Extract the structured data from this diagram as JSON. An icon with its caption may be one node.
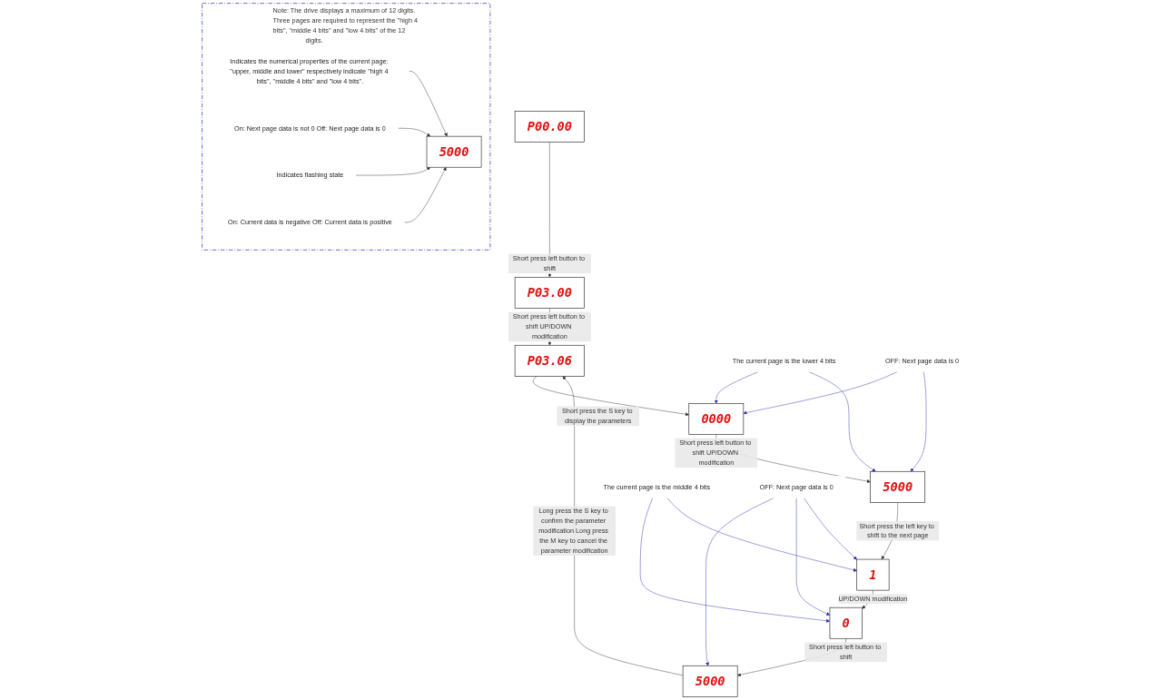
{
  "diagram": {
    "nodes": [
      {
        "text": [
          "P00.00"
        ]
      },
      {
        "text": [
          "P03.00"
        ]
      },
      {
        "text": [
          "P03.06"
        ]
      },
      {
        "text": [
          "0000"
        ]
      },
      {
        "text": [
          "5000"
        ]
      },
      {
        "text": [
          "1"
        ]
      },
      {
        "text": [
          "0"
        ]
      },
      {
        "text": [
          "5000"
        ]
      },
      {
        "text": [
          "Note: The drive displays a maximum of 12 digits. Three pages are required to represent the \"high 4 bits\", \"middle 4 bits\" and \"low 4 bits\" of the 12 digits."
        ]
      },
      {
        "text": [
          "Indicates the numerical properties of the current page: \"upper, middle and lower\" respectively indicate \"high 4 bits\", \"middle 4 bits\" and \"low 4 bits\"."
        ],
        "in": 8
      },
      {
        "text": [
          "On: Next page data is not 0 Off: Next page data is 0"
        ],
        "in": 8
      },
      {
        "text": [
          "5000"
        ],
        "in": 8
      },
      {
        "text": [
          "Indicates flashing state"
        ],
        "in": 8
      },
      {
        "text": [
          "On: Current data is negative Off: Current data is positive"
        ],
        "in": 8
      },
      {
        "text": [
          "The current page is the lower 4 bits"
        ]
      },
      {
        "text": [
          "OFF: Next page data is 0"
        ]
      },
      {
        "text": [
          "The current page is the middle 4 bits"
        ]
      },
      {
        "text": [
          "OFF: Next page data is 0"
        ]
      }
    ],
    "edges": [
      {
        "from": 0,
        "to": 1,
        "arrow": "to",
        "label": "Short press left button to shift"
      },
      {
        "from": 1,
        "to": 2,
        "arrow": "to",
        "label": "Short press left button to shift UP/DOWN modification"
      },
      {
        "from": 2,
        "to": 3,
        "arrow": "to",
        "label": "Short press the S key to display the parameters"
      },
      {
        "from": 3,
        "to": 4,
        "arrow": "to",
        "label": "Short press left button to shift UP/DOWN modification"
      },
      {
        "from": 4,
        "to": 5,
        "arrow": "to",
        "label": "Short press the left key to shift to the next page"
      },
      {
        "from": 5,
        "to": 6,
        "arrow": "to",
        "label": "UP/DOWN modification"
      },
      {
        "from": 6,
        "to": 7,
        "arrow": "to",
        "label": "Short press left button to shift"
      },
      {
        "from": 7,
        "to": 2,
        "arrow": "to",
        "label": "Long press the S key to confirm the parameter modification Long press the M key to cancel the parameter modification"
      },
      {
        "from": 9,
        "to": 11,
        "arrow": "to"
      },
      {
        "from": 10,
        "to": 11,
        "arrow": "to"
      },
      {
        "from": 12,
        "to": 11,
        "arrow": "to"
      },
      {
        "from": 13,
        "to": 11,
        "arrow": "to"
      },
      {
        "from": 14,
        "to": 3,
        "arrow": "to",
        "color": "#2a2ab4"
      },
      {
        "from": 14,
        "to": 4,
        "arrow": "to",
        "color": "#2a2ab4"
      },
      {
        "from": 15,
        "to": 3,
        "arrow": "to",
        "color": "#2a2ab4"
      },
      {
        "from": 15,
        "to": 4,
        "arrow": "to",
        "color": "#2a2ab4"
      },
      {
        "from": 16,
        "to": 6,
        "arrow": "to",
        "color": "#2a2ab4"
      },
      {
        "from": 16,
        "to": 5,
        "arrow": "to",
        "color": "#2a2ab4"
      },
      {
        "from": 17,
        "to": 7,
        "arrow": "to",
        "color": "#2a2ab4"
      },
      {
        "from": 17,
        "to": 6,
        "arrow": "to",
        "color": "#2a2ab4"
      },
      {
        "from": 17,
        "to": 5,
        "arrow": "to",
        "color": "#2a2ab4"
      }
    ]
  }
}
